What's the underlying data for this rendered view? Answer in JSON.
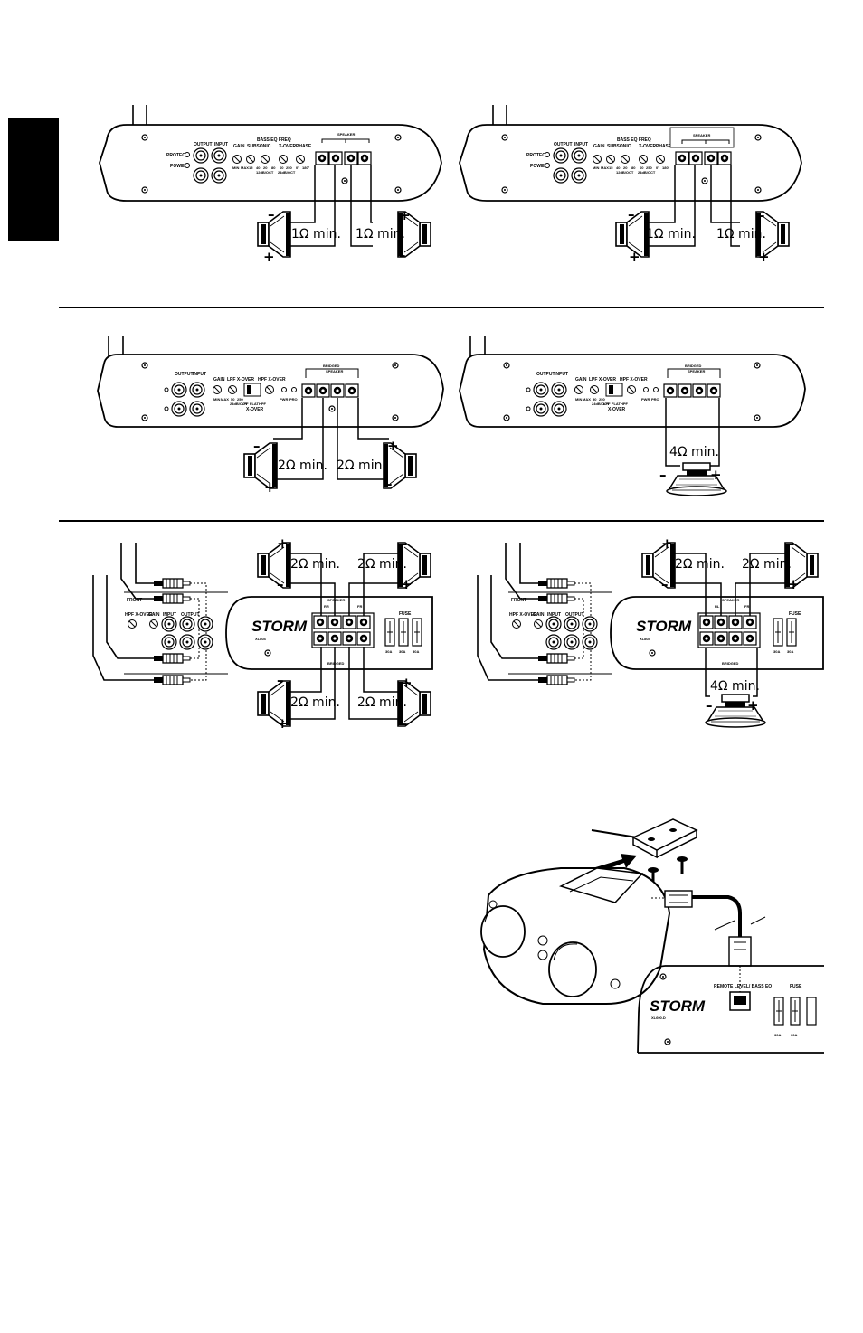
{
  "diagrams": [
    {
      "impedance": [
        "1Ω min.",
        "1Ω min."
      ],
      "panel": {
        "output": "OUTPUT",
        "input": "INPUT",
        "gain": "GAIN",
        "subsonic": "SUBSONIC",
        "bass_eq_freq": "BASS EQ FREQ",
        "xover": "X-OVER",
        "phase": "PHASE",
        "protect": "PROTECT",
        "power": "POWER",
        "speaker": "SPEAKER",
        "ticks": [
          "MIN",
          "MAX",
          "15",
          "40",
          "20",
          "80",
          "60",
          "250",
          "0°",
          "180°"
        ],
        "slope": "12dB/OCT",
        "slope2": "24dB/OCT"
      }
    },
    {
      "impedance": [
        "1Ω min.",
        "1Ω min."
      ],
      "panel": {
        "output": "OUTPUT",
        "input": "INPUT",
        "gain": "GAIN",
        "subsonic": "SUBSONIC",
        "bass_eq_freq": "BASS EQ FREQ",
        "xover": "X-OVER",
        "phase": "PHASE",
        "protect": "PROTECT",
        "power": "POWER",
        "speaker": "SPEAKER",
        "ticks": [
          "MIN",
          "MAX",
          "15",
          "40",
          "20",
          "80",
          "60",
          "250",
          "0°",
          "180°"
        ],
        "slope": "12dB/OCT",
        "slope2": "24dB/OCT"
      }
    },
    {
      "impedance": [
        "2Ω min.",
        "2Ω min."
      ],
      "panel": {
        "output": "OUTPUT",
        "input": "INPUT",
        "gain": "GAIN",
        "lpf_xover": "LPF X-OVER",
        "hpf_xover": "HPF X-OVER",
        "bridged": "BRIDGED",
        "speaker": "SPEAKER",
        "switch": [
          "LPF",
          "FLAT",
          "HPF"
        ],
        "xover": "X-OVER",
        "pwr": "PWR",
        "pro": "PRO",
        "ticks": [
          "MIN",
          "MAX",
          "50",
          "250",
          "24dB/OCT"
        ]
      }
    },
    {
      "impedance": [
        "4Ω min."
      ],
      "panel": {
        "output": "OUTPUT",
        "input": "INPUT",
        "gain": "GAIN",
        "lpf_xover": "LPF X-OVER",
        "hpf_xover": "HPF X-OVER",
        "bridged": "BRIDGED",
        "speaker": "SPEAKER",
        "switch": [
          "LPF",
          "FLAT",
          "HPF"
        ],
        "xover": "X-OVER",
        "pwr": "PWR",
        "pro": "PRO",
        "ticks": [
          "MIN",
          "MAX",
          "50",
          "250",
          "24dB/OCT"
        ]
      }
    },
    {
      "impedance": [
        "2Ω min.",
        "2Ω min.",
        "2Ω min.",
        "2Ω min."
      ],
      "panel": {
        "front": "FRONT",
        "hpf_xover": "HPF X-OVER",
        "gain": "GAIN",
        "input": "INPUT",
        "output": "OUTPUT",
        "speaker": "SPEAKER",
        "bridged": "BRIDGED",
        "fuse": "FUSE",
        "brand": "STORM",
        "model": "XL804",
        "fuse_values": [
          "30A",
          "30A",
          "30A"
        ],
        "ch": [
          "RR",
          "FR"
        ]
      }
    },
    {
      "impedance": [
        "2Ω min.",
        "2Ω min.",
        "4Ω min."
      ],
      "panel": {
        "front": "FRONT",
        "hpf_xover": "HPF X-OVER",
        "gain": "GAIN",
        "input": "INPUT",
        "output": "OUTPUT",
        "speaker": "SPEAKER",
        "bridged": "BRIDGED",
        "fuse": "FUSE",
        "brand": "STORM",
        "model": "XL804",
        "fuse_values": [
          "30A",
          "30A"
        ],
        "ch": [
          "RL",
          "FR"
        ]
      }
    }
  ],
  "remote": {
    "port_label": "REMOTE LEVEL/ BASS EQ",
    "fuse": "FUSE",
    "brand": "STORM",
    "model": "XL600.D",
    "fuse_values": [
      "30A",
      "30A"
    ]
  }
}
